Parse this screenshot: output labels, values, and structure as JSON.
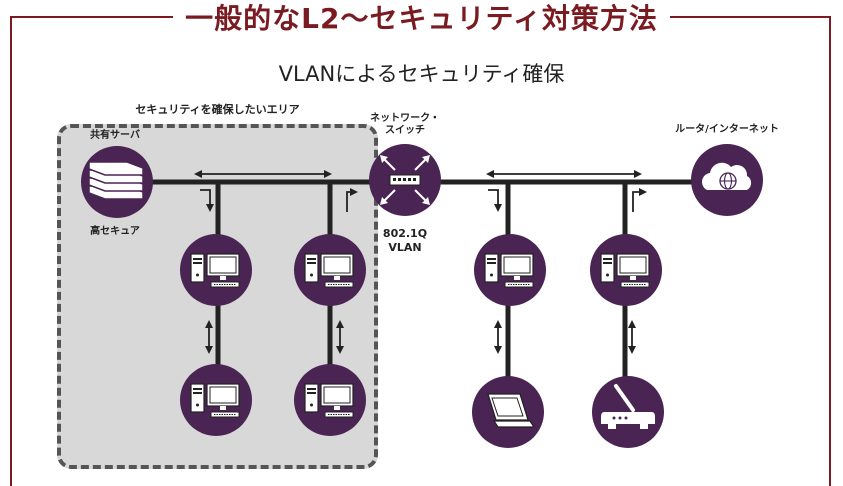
{
  "title": "一般的なL2～セキュリティ対策方法",
  "subtitle": "VLANによるセキュリティ確保",
  "secure_area_label": "セキュリティを確保したいエリア",
  "server": {
    "label": "共有サーバ",
    "sublabel": "高セキュア"
  },
  "switch": {
    "label_line1": "ネットワーク・",
    "label_line2": "スイッチ",
    "protocol_line1": "802.1Q",
    "protocol_line2": "VLAN"
  },
  "router": {
    "label": "ルータ/インターネット"
  },
  "icons": {
    "server": "server-stack-icon",
    "switch": "network-switch-icon",
    "cloud": "cloud-globe-icon",
    "pc": "desktop-pc-icon",
    "laptop": "laptop-icon",
    "wifi": "wireless-router-icon"
  },
  "colors": {
    "accent": "#7a1b22",
    "node": "#4a2453",
    "zone": "#d8d8d8"
  }
}
